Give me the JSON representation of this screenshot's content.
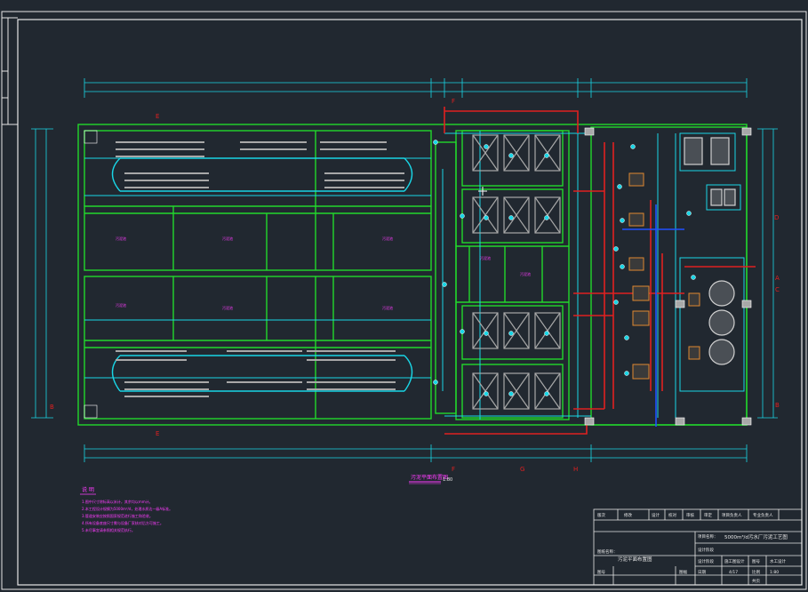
{
  "drawing": {
    "main_title": "污泥平面布置图",
    "scale": "1:80",
    "colors": {
      "background": "#212830",
      "frame": "#e6e6e6",
      "walls": "#22d82c",
      "dimension": "#19d6e6",
      "pipe_red": "#e02020",
      "equipment": "#a8a8a8",
      "annotation": "#ff3cff",
      "grid_axis": "#e02020"
    }
  },
  "notes": {
    "title": "说 明",
    "lines": [
      "1.图中尺寸除标高以米计，其余均以mm计。",
      "2.本工程设计规模为5000m³/d，处理水质达一级A标准。",
      "3.管道安装应按照国家规范进行施工和验收。",
      "4.所有设备底座尺寸需与设备厂家核对后方可施工。",
      "5.未尽事宜请参照相关规范执行。"
    ]
  },
  "title_block": {
    "header_row": [
      "版次",
      "修改",
      "设计",
      "校对",
      "审核",
      "审定",
      "项目负责人",
      "专业负责人"
    ],
    "project_label": "项目名称：",
    "project_name": "5000m³/d污水厂污泥工艺图",
    "drawing_label": "图纸名称：",
    "drawing_name": "污泥平面布置图",
    "sign_row": [
      "设计阶段",
      "施工图设计",
      "图号",
      "水工设计"
    ],
    "bottom_row": [
      "图号",
      "图幅",
      "日期",
      "4/17",
      "比例",
      "1:80",
      "共页"
    ],
    "phase_row": [
      "设计阶段"
    ]
  },
  "axis_labels": [
    "A",
    "B",
    "C",
    "D",
    "E",
    "F",
    "G",
    "H"
  ],
  "rooms": {
    "label": "污泥池"
  }
}
